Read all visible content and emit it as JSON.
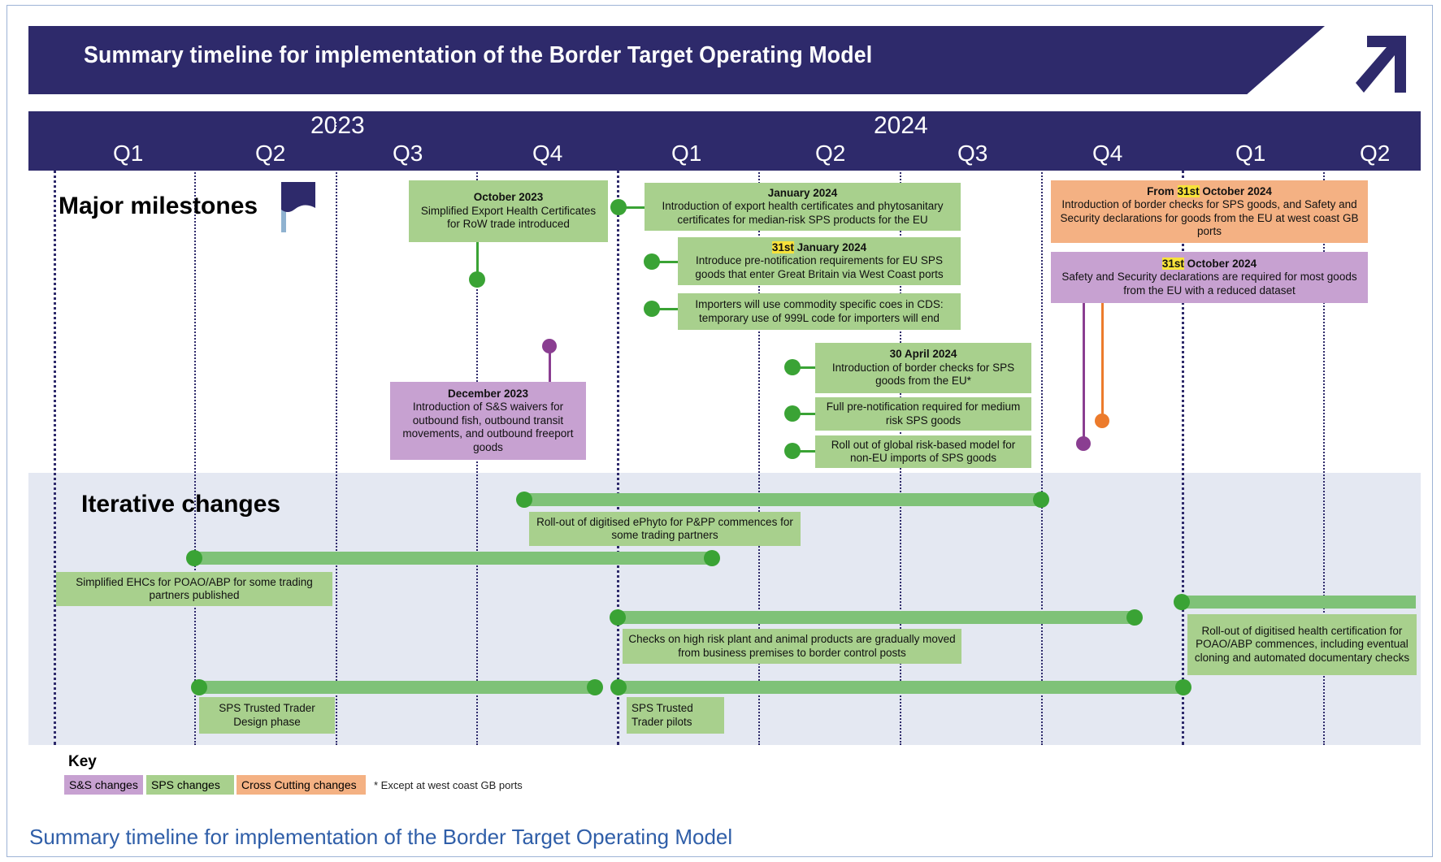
{
  "title": "Summary timeline for implementation of the Border Target Operating Model",
  "caption": "Summary timeline for implementation of the Border Target Operating Model",
  "icons": {
    "arrow": "diagonal-arrow-icon",
    "flag": "flag-icon"
  },
  "colors": {
    "navy": "#2e2a6b",
    "sps": "#a8d08d",
    "ss": "#c7a1d1",
    "cross_cutting": "#f4b183",
    "green_dot": "#3aa335",
    "purple_dot": "#8a3e91",
    "orange_dot": "#ec7b2c"
  },
  "years": [
    "2023",
    "2024"
  ],
  "quarters": [
    "Q1",
    "Q2",
    "Q3",
    "Q4",
    "Q1",
    "Q2",
    "Q3",
    "Q4",
    "Q1",
    "Q2"
  ],
  "sections": {
    "milestones": "Major milestones",
    "iterative": "Iterative changes"
  },
  "milestones": {
    "oct2023": {
      "date": "October 2023",
      "text": "Simplified Export Health Certificates for RoW trade introduced"
    },
    "dec2023": {
      "date": "December 2023",
      "text": "Introduction of S&S waivers for outbound fish, outbound transit movements, and outbound freeport goods"
    },
    "jan2024": {
      "date": "January 2024",
      "text": "Introduction of export health certificates and phytosanitary certificates for median-risk SPS products for the EU"
    },
    "jan31_2024": {
      "date_num": "31",
      "date_suffix": "st",
      "date_rest": " January 2024",
      "text": "Introduce pre-notification requirements for EU SPS goods that enter Great Britain via West Coast ports"
    },
    "importers": {
      "text": "Importers will use commodity specific coes in CDS: temporary use of 999L code for importers will end"
    },
    "apr2024": {
      "date": "30 April 2024",
      "text": "Introduction of border checks for SPS goods from the EU*"
    },
    "prenot": {
      "text": "Full pre-notification required for medium risk SPS goods"
    },
    "global": {
      "text": "Roll out of global risk-based model for non-EU imports of SPS goods"
    },
    "oct31_cc": {
      "date_prefix": "From ",
      "date_num": "31",
      "date_suffix": "st",
      "date_rest": " October 2024",
      "text": "Introduction of border checks for SPS goods, and Safety and Security declarations for goods from the EU at west coast GB ports"
    },
    "oct31_ss": {
      "date_num": "31",
      "date_suffix": "st",
      "date_rest": " October 2024",
      "text": "Safety and Security declarations are required for most goods from the EU with a reduced dataset"
    }
  },
  "iterative": {
    "ephyto": "Roll-out of digitised ePhyto for P&PP commences for some trading partners",
    "ehcs": "Simplified EHCs for POAO/ABP for some trading partners published",
    "checks": "Checks on high risk plant and animal products are gradually moved from business premises to border control posts",
    "health_cert": "Roll-out of digitised health certification for POAO/ABP commences, including eventual cloning and automated documentary checks",
    "trader_design": "SPS Trusted Trader Design phase",
    "trader_pilots": "SPS Trusted Trader pilots"
  },
  "key": {
    "title": "Key",
    "ss": "S&S changes",
    "sps": "SPS changes",
    "cc": "Cross Cutting changes",
    "footnote": "* Except at west coast GB ports"
  }
}
